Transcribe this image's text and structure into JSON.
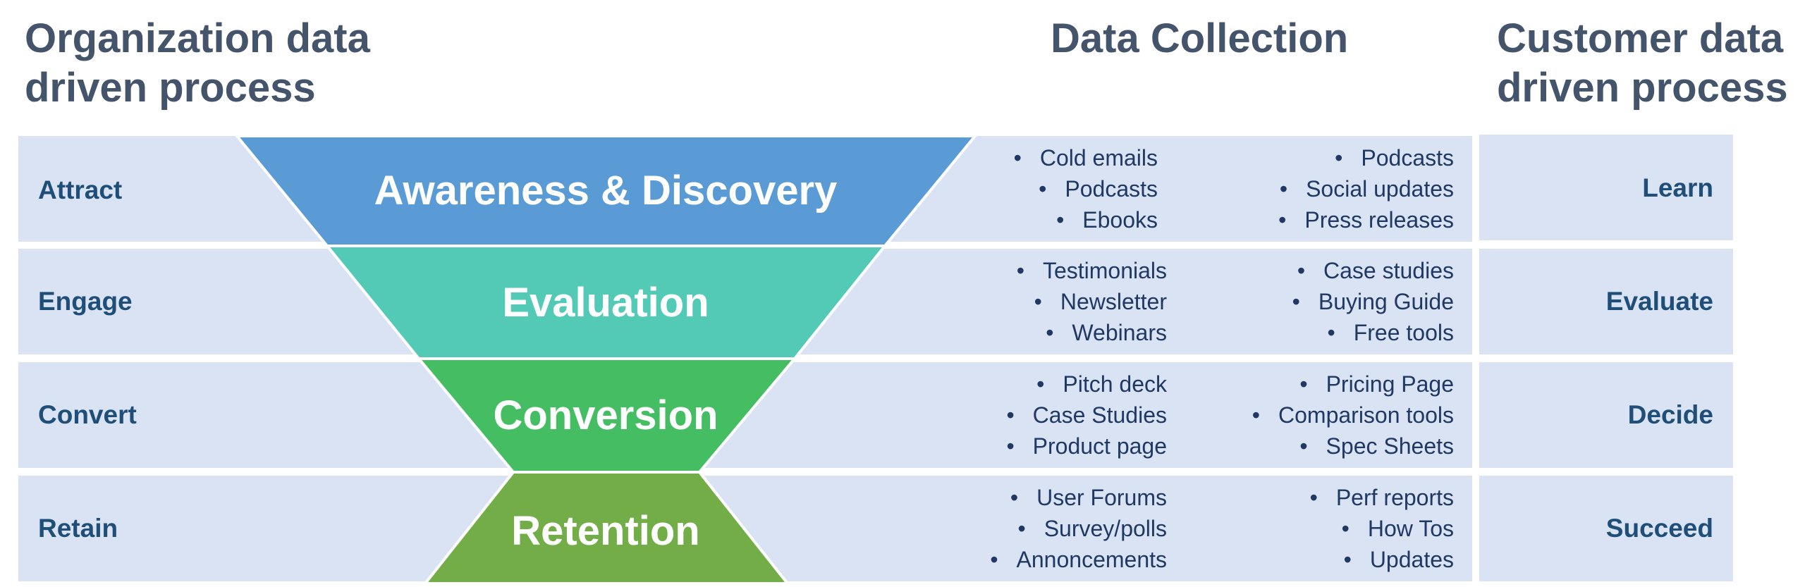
{
  "headers": {
    "left": [
      "Organization data",
      "driven process"
    ],
    "middle": "Data Collection",
    "right": [
      "Customer data",
      "driven process"
    ]
  },
  "rows": [
    {
      "org_stage": "Attract",
      "funnel_stage": "Awareness & Discovery",
      "funnel_color": "#5b9bd5",
      "list_left": [
        "Cold emails",
        "Podcasts",
        "Ebooks"
      ],
      "list_right": [
        "Podcasts",
        "Social updates",
        "Press releases"
      ],
      "customer_stage": "Learn"
    },
    {
      "org_stage": "Engage",
      "funnel_stage": "Evaluation",
      "funnel_color": "#52cab6",
      "list_left": [
        "Testimonials",
        "Newsletter",
        "Webinars"
      ],
      "list_right": [
        "Case studies",
        "Buying Guide",
        "Free tools"
      ],
      "customer_stage": "Evaluate"
    },
    {
      "org_stage": "Convert",
      "funnel_stage": "Conversion",
      "funnel_color": "#45bd62",
      "list_left": [
        "Pitch deck",
        "Case Studies",
        "Product page"
      ],
      "list_right": [
        "Pricing Page",
        "Comparison tools",
        "Spec Sheets"
      ],
      "customer_stage": "Decide"
    },
    {
      "org_stage": "Retain",
      "funnel_stage": "Retention",
      "funnel_color": "#72ad47",
      "list_left": [
        "User Forums",
        "Survey/polls",
        "Annoncements"
      ],
      "list_right": [
        "Perf reports",
        "How Tos",
        "Updates"
      ],
      "customer_stage": "Succeed"
    }
  ]
}
